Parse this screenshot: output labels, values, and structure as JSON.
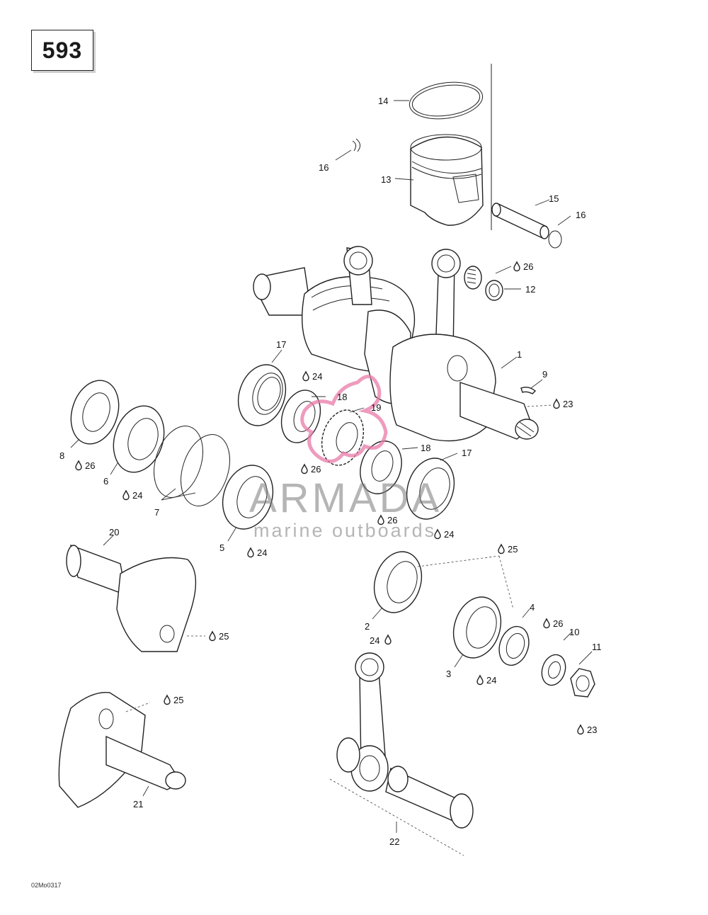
{
  "page_number": "593",
  "drawing_code": "02Mo0317",
  "watermark": {
    "title": "ARMADA",
    "subtitle": "marine outboards"
  },
  "colors": {
    "line": "#222222",
    "watermark_text": "#8c8c8c",
    "watermark_logo": "#e87aa8"
  },
  "callouts": {
    "n1": "1",
    "n2": "2",
    "n3": "3",
    "n4": "4",
    "n5": "5",
    "n6": "6",
    "n7": "7",
    "n8": "8",
    "n9": "9",
    "n10": "10",
    "n11": "11",
    "n12": "12",
    "n13": "13",
    "n14": "14",
    "n15": "15",
    "n16a": "16",
    "n16b": "16",
    "n17a": "17",
    "n17b": "17",
    "n18a": "18",
    "n18b": "18",
    "n19": "19",
    "n20": "20",
    "n21": "21",
    "n22": "22"
  },
  "lube_refs": {
    "l26a": "26",
    "l26b": "26",
    "l26c": "26",
    "l26d": "26",
    "l26e": "26",
    "l24a": "24",
    "l24b": "24",
    "l24c": "24",
    "l24d": "24",
    "l24e": "24",
    "l24f": "24",
    "l23a": "23",
    "l23b": "23",
    "l25a": "25",
    "l25b": "25",
    "l25c": "25"
  },
  "icons": [
    "drop-icon"
  ]
}
